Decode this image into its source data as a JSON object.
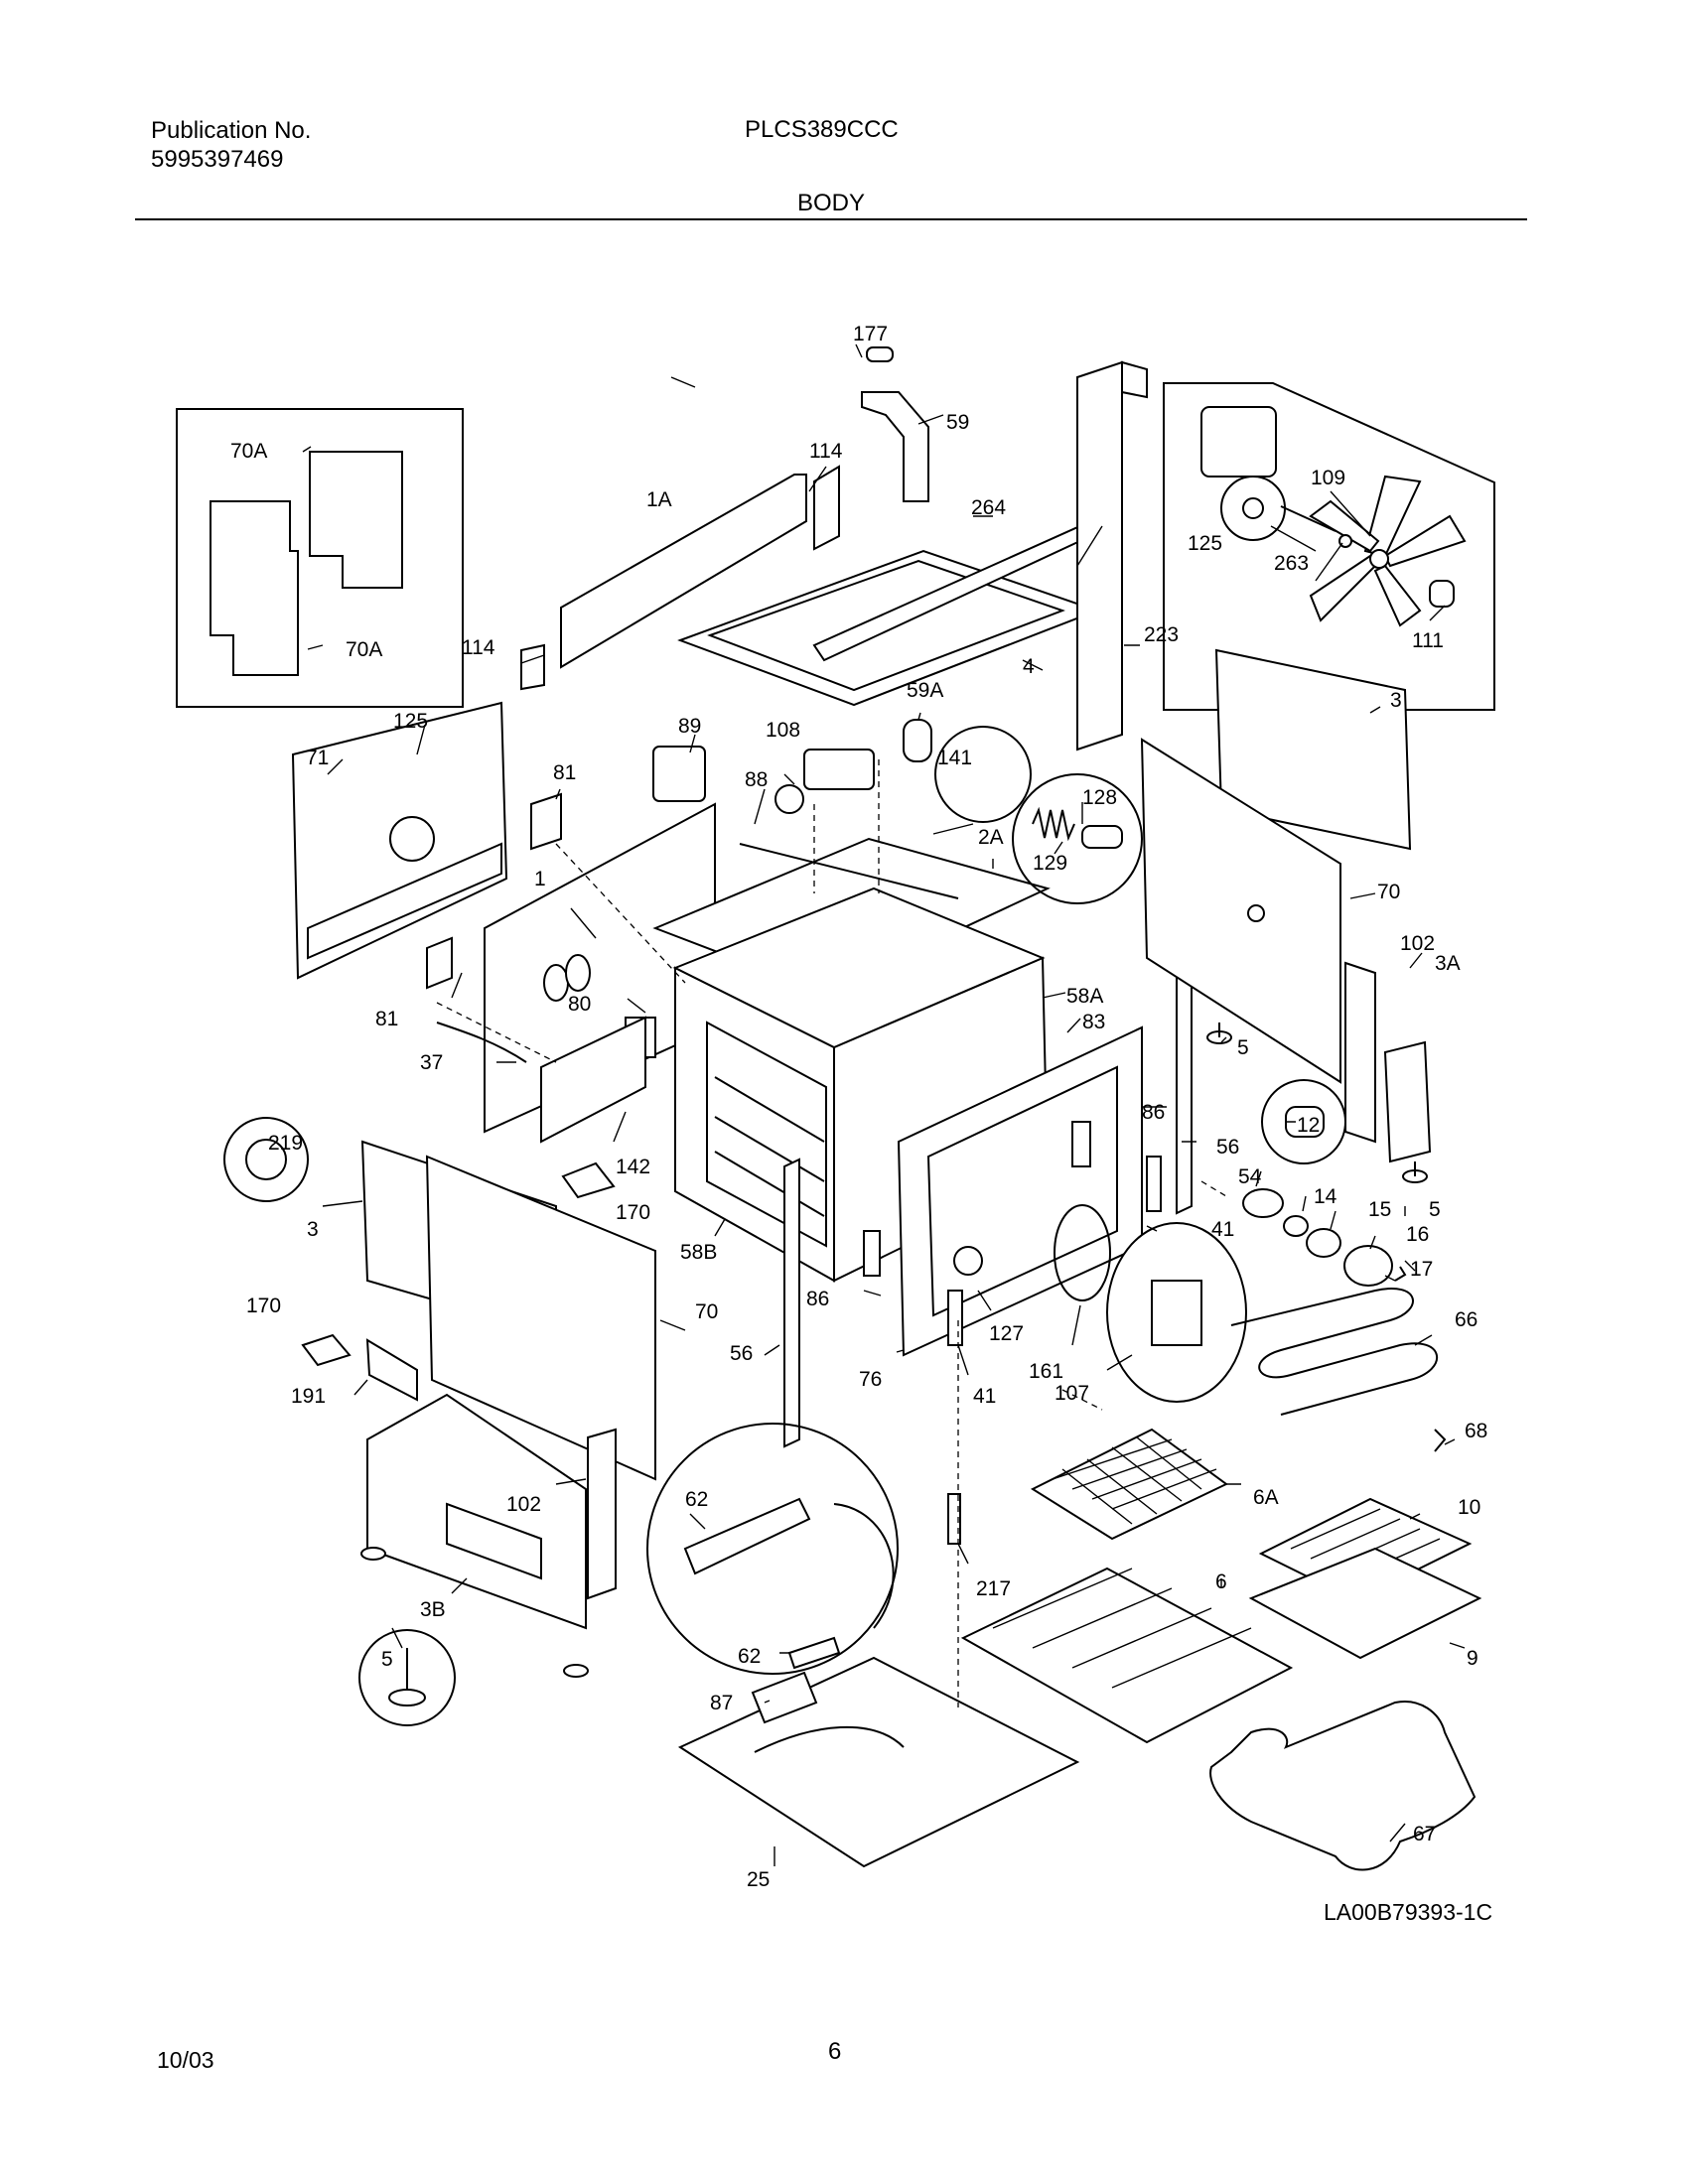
{
  "header": {
    "publication_label": "Publication No.",
    "publication_number": "5995397469",
    "model": "PLCS389CCC",
    "section": "BODY"
  },
  "callouts": {
    "c177": "177",
    "c59": "59",
    "c114a": "114",
    "c70A_top": "70A",
    "c70A_bot": "70A",
    "c1A": "1A",
    "c264": "264",
    "c109": "109",
    "c125_inset": "125",
    "c263": "263",
    "c111": "111",
    "c114b": "114",
    "c223": "223",
    "c4": "4",
    "c3_right": "3",
    "c59A": "59A",
    "c125": "125",
    "c89": "89",
    "c108": "108",
    "c71": "71",
    "c81a": "81",
    "c88": "88",
    "c141": "141",
    "c128": "128",
    "c129": "129",
    "c2A": "2A",
    "c1": "1",
    "c70_right": "70",
    "c102_right": "102",
    "c3A": "3A",
    "c81b": "81",
    "c80": "80",
    "c58A": "58A",
    "c83": "83",
    "c37": "37",
    "c5a": "5",
    "c86a": "86",
    "c12": "12",
    "c219": "219",
    "c56a": "56",
    "c142": "142",
    "c54": "54",
    "c14": "14",
    "c15": "15",
    "c5b": "5",
    "c170a": "170",
    "c16": "16",
    "c3_left": "3",
    "c41a": "41",
    "c58B": "58B",
    "c17": "17",
    "c86b": "86",
    "c70_left": "70",
    "c170b": "170",
    "c66": "66",
    "c56b": "56",
    "c127": "127",
    "c76": "76",
    "c161": "161",
    "c107": "107",
    "c41b": "41",
    "c191": "191",
    "c68": "68",
    "c62a": "62",
    "c102_left": "102",
    "c6A": "6A",
    "c10": "10",
    "c217": "217",
    "c6": "6",
    "c3B": "3B",
    "c9": "9",
    "c5c": "5",
    "c62b": "62",
    "c87": "87",
    "c67": "67",
    "c25": "25"
  },
  "footer": {
    "drawing_code": "LA00B79393-1C",
    "date": "10/03",
    "page": "6"
  }
}
